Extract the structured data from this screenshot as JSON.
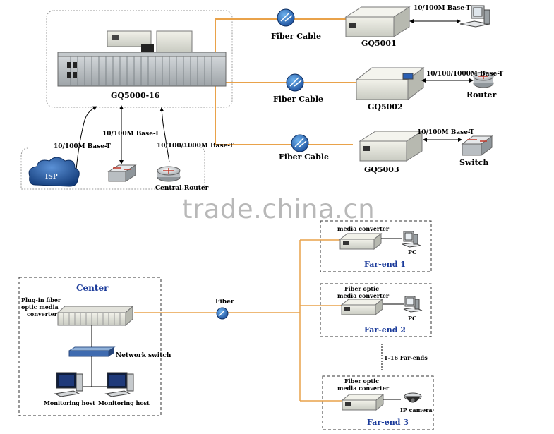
{
  "top": {
    "chassis_label": "GQ5000-16",
    "fiber_cable_label": "Fiber Cable",
    "converters": [
      {
        "model": "GQ5001",
        "link": "10/100M Base-T",
        "device": ""
      },
      {
        "model": "GQ5002",
        "link": "10/100/1000M Base-T",
        "device": "Router"
      },
      {
        "model": "GQ5003",
        "link": "10/100M Base-T",
        "device": "Switch"
      }
    ],
    "uplinks": [
      {
        "link": "10/100M Base-T",
        "device": "ISP"
      },
      {
        "link": "10/100M Base-T",
        "device": ""
      },
      {
        "link": "10/100/1000M Base-T",
        "device": "Central Router"
      }
    ]
  },
  "watermark": "trade.china.cn",
  "bottom": {
    "center": {
      "title": "Center",
      "converter_label": [
        "Plug-in fiber",
        "optic media",
        "converter"
      ],
      "switch_label": "Network switch",
      "hosts": [
        "Monitoring host",
        "Monitoring host"
      ]
    },
    "fiber_label": "Fiber",
    "count_label": "1-16 Far-ends",
    "far_ends": [
      {
        "title": "Far-end 1",
        "converter_label": [
          "media converter"
        ],
        "device": "PC"
      },
      {
        "title": "Far-end 2",
        "converter_label": [
          "Fiber optic",
          "media converter"
        ],
        "device": "PC"
      },
      {
        "title": "Far-end 3",
        "converter_label": [
          "Fiber optic",
          "media converter"
        ],
        "device": "IP camera"
      }
    ]
  },
  "colors": {
    "fiber": "#e9a24a",
    "accent_blue": "#1a3a9a",
    "device_blue": "#2a5fb4"
  }
}
